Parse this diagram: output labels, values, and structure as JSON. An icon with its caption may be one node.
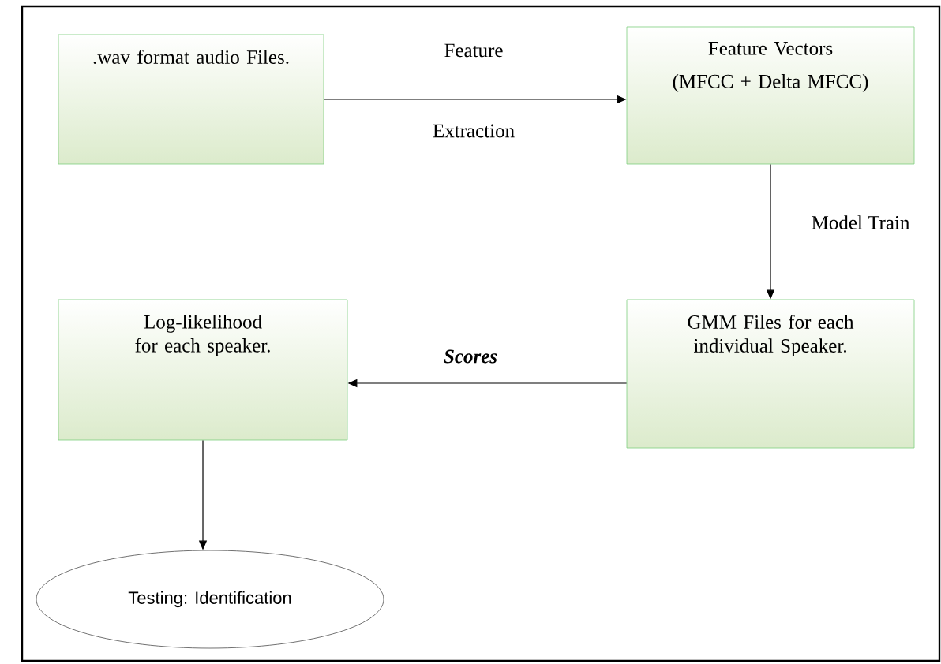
{
  "diagram": {
    "nodes": [
      {
        "text": [
          ".wav format audio Files."
        ]
      },
      {
        "text": [
          "Feature Vectors",
          "(MFCC + Delta MFCC)"
        ]
      },
      {
        "text": [
          "GMM Files for each individual Speaker."
        ]
      },
      {
        "text": [
          "Log-likelihood for each speaker."
        ]
      },
      {
        "text": [
          "Testing: Identification"
        ]
      }
    ],
    "edges": [
      {
        "from": 0,
        "to": 1,
        "arrow": "to",
        "label": "Feature"
      },
      {
        "from": 1,
        "to": 2,
        "arrow": "to",
        "label": "Model Train"
      },
      {
        "from": 2,
        "to": 3,
        "arrow": "to",
        "label": "Scores"
      },
      {
        "from": 3,
        "to": 4,
        "arrow": "to"
      }
    ],
    "labels": [
      "Extraction"
    ]
  }
}
